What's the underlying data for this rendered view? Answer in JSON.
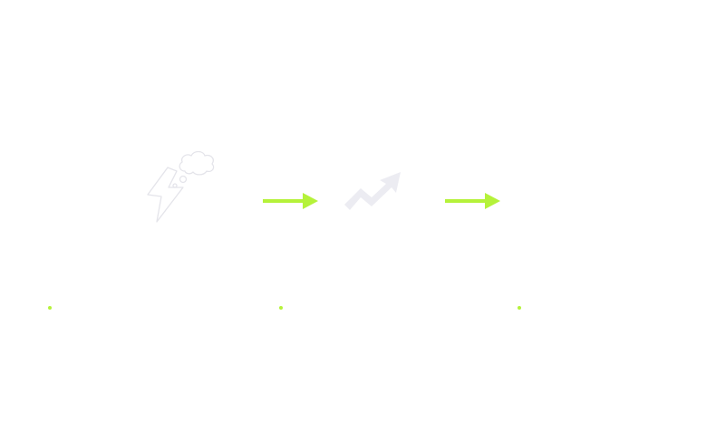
{
  "diagram": {
    "type": "process-flow",
    "steps": [
      {
        "icon": "lightning-thought-icon"
      },
      {
        "icon": "trending-up-arrow-icon"
      },
      {
        "icon": "blank-step"
      }
    ],
    "connectors": [
      {
        "icon": "right-arrow-icon"
      },
      {
        "icon": "right-arrow-icon"
      }
    ],
    "markers": [
      {
        "icon": "bullet-dot"
      },
      {
        "icon": "bullet-dot"
      },
      {
        "icon": "bullet-dot"
      }
    ]
  },
  "colors": {
    "background": "#ffffff",
    "accent": "#b5f23a",
    "icon_outline": "#e4e4ea",
    "icon_fill": "#ececf2"
  }
}
